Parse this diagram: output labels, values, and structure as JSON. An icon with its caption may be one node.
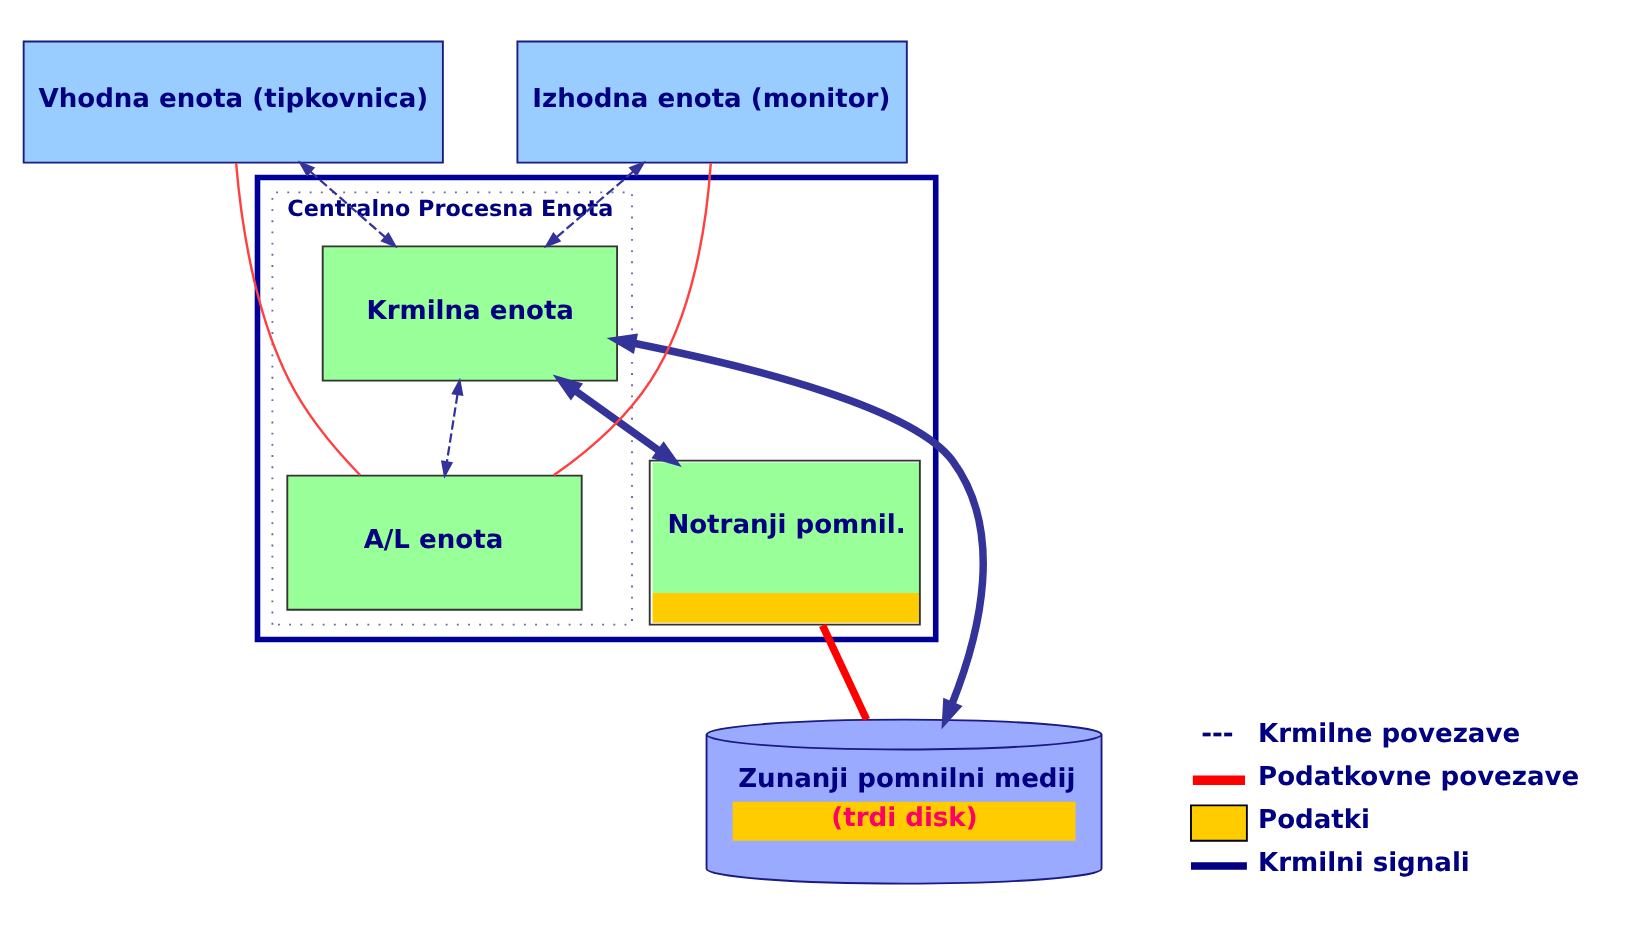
{
  "diagram": {
    "nodes": [
      {
        "text": [],
        "shape": "box"
      },
      {
        "text": [
          "Centralno Procesna Enota"
        ],
        "in": 0
      },
      {
        "text": [
          "Krmilna enota"
        ],
        "in": 1
      },
      {
        "text": [
          "A/L enota"
        ],
        "in": 1
      },
      {
        "text": [
          "Notranji pomnil."
        ],
        "in": 0
      },
      {
        "text": [
          "Vhodna enota (tipkovnica)"
        ]
      },
      {
        "text": [
          "Izhodna enota (monitor)"
        ]
      },
      {
        "text": [
          "Zunanji pomnilni medij",
          "(trdi disk)"
        ]
      }
    ],
    "edges": [
      {
        "from": 5,
        "to": 2,
        "arrow": "both",
        "style": "dashed"
      },
      {
        "from": 6,
        "to": 2,
        "arrow": "both",
        "style": "dashed"
      },
      {
        "from": 2,
        "to": 3,
        "arrow": "both",
        "style": "dashed"
      },
      {
        "from": 2,
        "to": 4,
        "arrow": "both",
        "style": "thick",
        "color": "#333399"
      },
      {
        "from": 2,
        "to": 7,
        "arrow": "both",
        "style": "thick",
        "color": "#333399"
      },
      {
        "from": 5,
        "to": 3,
        "arrow": "none",
        "color": "#ff4040"
      },
      {
        "from": 6,
        "to": 3,
        "arrow": "none",
        "color": "#ff4040"
      },
      {
        "from": 4,
        "to": 7,
        "arrow": "none",
        "style": "thick",
        "color": "#ff0000"
      }
    ],
    "labels": [
      "---"
    ],
    "legend": [
      {
        "text": "Krmilne povezave"
      },
      {
        "text": "Podatkovne povezave"
      },
      {
        "text": "Podatki",
        "color": "#ffcc00"
      },
      {
        "text": "Krmilni signali"
      }
    ]
  }
}
